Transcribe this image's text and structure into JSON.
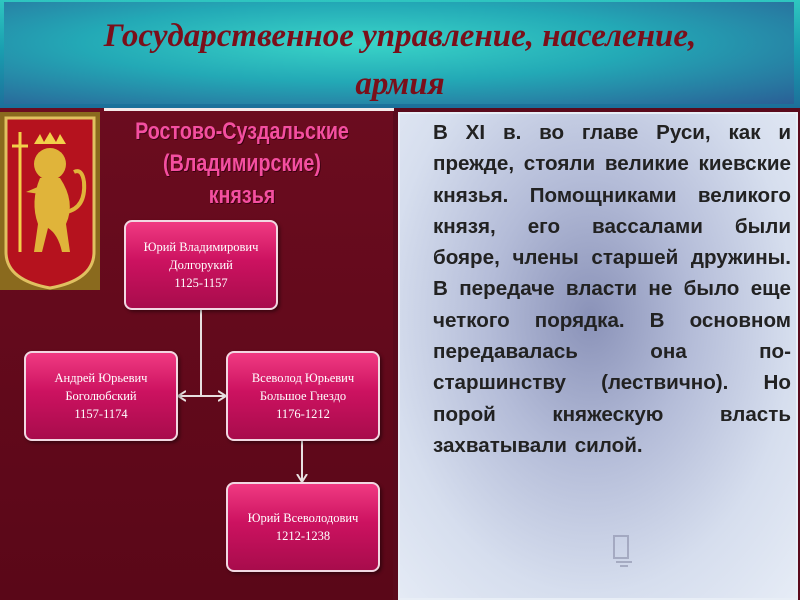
{
  "header": {
    "title_line1": "Государственное управление, население,",
    "title_line2": "армия"
  },
  "left_panel": {
    "heading_line1": "Ростово-Суздальские",
    "heading_line2": "(Владимирские) князья",
    "emblem_icon": "vladimir-lion-coat-of-arms-icon"
  },
  "diagram": {
    "nodes": [
      {
        "id": "yuri_dolgoruky",
        "name": "Юрий Владимирович",
        "nickname": "Долгорукий",
        "years": "1125-1157"
      },
      {
        "id": "andrei",
        "name": "Андрей Юрьевич",
        "nickname": "Боголюбский",
        "years": "1157-1174"
      },
      {
        "id": "vsevolod",
        "name": "Всеволод Юрьевич",
        "nickname": "Большое Гнездо",
        "years": "1176-1212"
      },
      {
        "id": "yuri_vsevolodovich",
        "name": "Юрий Всеволодович",
        "nickname": "",
        "years": "1212-1238"
      }
    ],
    "edges": [
      {
        "from": "yuri_dolgoruky",
        "to": "andrei"
      },
      {
        "from": "yuri_dolgoruky",
        "to": "vsevolod"
      },
      {
        "from": "vsevolod",
        "to": "yuri_vsevolodovich"
      }
    ]
  },
  "text_panel": {
    "paragraph": "В XI в. во главе Руси, как и прежде, стояли великие киевские князья. Помощниками великого князя, его вассалами были бояре, члены старшей дружины. В передаче власти не было еще четкого порядка. В основном передавалась она по-старшинству (лествично). Но порой княжескую власть захватывали силой."
  },
  "colors": {
    "title": "#7a0f1a",
    "panel_background": "#5a0718",
    "node_fill": "#cc1260",
    "heading": "#f44fa0",
    "header_teal": "#23a9b6",
    "text_panel": "#d6deee"
  }
}
